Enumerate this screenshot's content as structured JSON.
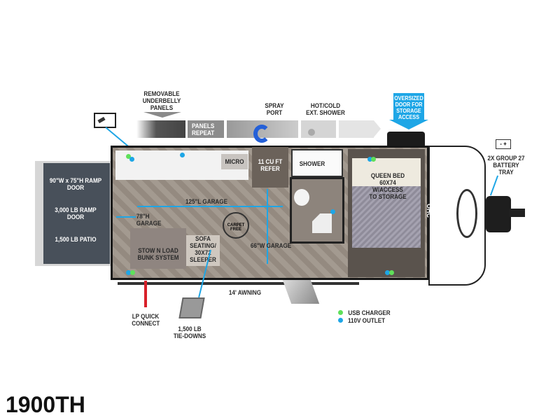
{
  "model": "1900TH",
  "top_labels": {
    "underbelly": "REMOVABLE UNDERBELLY PANELS",
    "panels_repeat": "PANELS REPEAT",
    "spray_port": "SPRAY PORT",
    "ext_shower": "HOT/COLD EXT. SHOWER",
    "storage_door": "OVERSIZED DOOR FOR STORAGE ACCESS"
  },
  "ramp": {
    "size": "90\"W x 75\"H RAMP DOOR",
    "rating": "3,000 LB RAMP DOOR",
    "patio": "1,500 LB PATIO"
  },
  "interior": {
    "micro": "MICRO",
    "refer": "11 CU FT REFER",
    "shower": "SHOWER",
    "queen_bed": "QUEEN BED 60X74 W/ACCESS TO STORAGE",
    "ohc": "OHC",
    "length": "125\"L GARAGE",
    "height": "78\"H GARAGE",
    "width": "66\"W GARAGE",
    "bunk": "STOW N LOAD BUNK SYSTEM",
    "sofa": "SOFA SEATING/ 30X72 SLEEPER",
    "carpet_free": "CARPET FREE"
  },
  "exterior": {
    "awning": "14' AWNING",
    "lp": "LP QUICK CONNECT",
    "tie_downs": "1,500 LB TIE-DOWNS",
    "battery": "2X GROUP 27 BATTERY TRAY",
    "battery_icon": "- +"
  },
  "legend": [
    {
      "label": "USB CHARGER",
      "color": "#5fe05a"
    },
    {
      "label": "110V OUTLET",
      "color": "#1ea6e6"
    }
  ]
}
